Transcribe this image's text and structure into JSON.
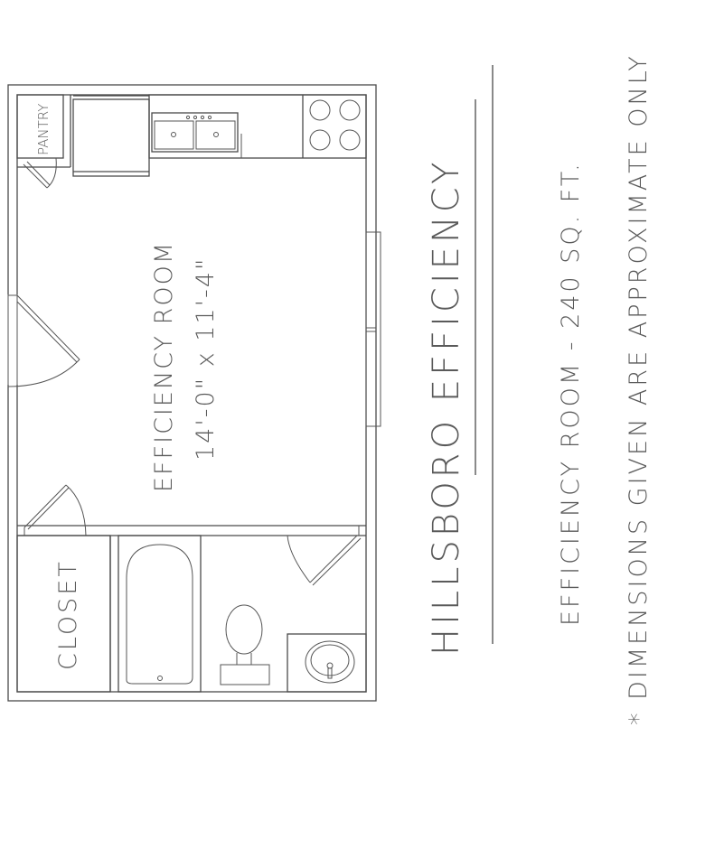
{
  "title": "HILLSBORO EFFICIENCY",
  "subtitle": "EFFICIENCY ROOM - 240 SQ. FT.",
  "disclaimer": "* DIMENSIONS GIVEN ARE APPROXIMATE ONLY",
  "rooms": {
    "main": {
      "label": "EFFICIENCY ROOM",
      "dimensions": "14'-0\" x 11'-4\""
    },
    "pantry": {
      "label": "PANTRY"
    },
    "closet": {
      "label": "CLOSET"
    }
  },
  "fixtures": [
    "refrigerator",
    "double-sink",
    "stove",
    "bathtub",
    "toilet",
    "bathroom-sink"
  ],
  "colors": {
    "line": "#4a4a4a",
    "text": "#5a5a5a",
    "background": "#ffffff"
  }
}
